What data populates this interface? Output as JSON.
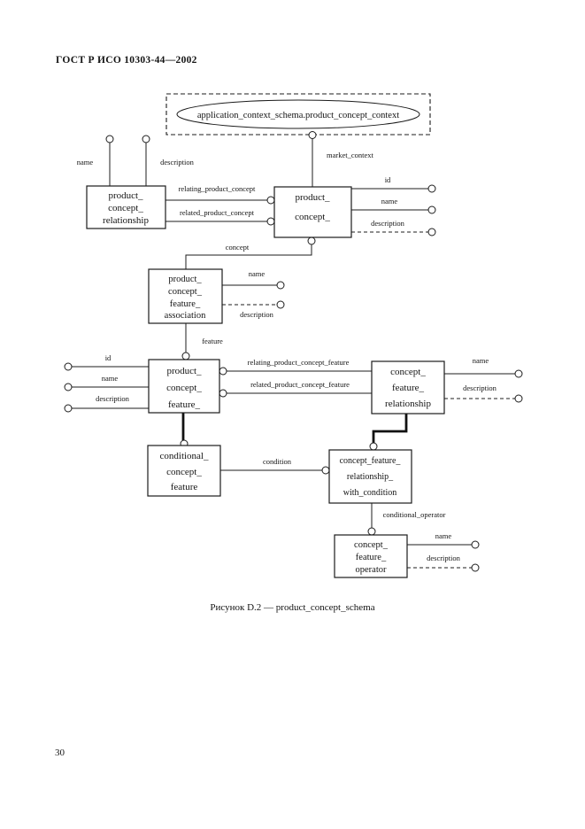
{
  "page": {
    "header": "ГОСТ Р ИСО 10303-44—2002",
    "caption": "Рисунок D.2 — product_concept_schema",
    "page_number": "30"
  },
  "diagram": {
    "referenced_schema": "application_context_schema.product_concept_context",
    "entities": {
      "product_concept_relationship": {
        "line1": "product_",
        "line2": "concept_",
        "line3": "relationship"
      },
      "product_concept": {
        "line1": "product_",
        "line2": "concept_"
      },
      "product_concept_feature_association": {
        "line1": "product_",
        "line2": "concept_",
        "line3": "feature_",
        "line4": "association"
      },
      "product_concept_feature": {
        "line1": "product_",
        "line2": "concept_",
        "line3": "feature_"
      },
      "concept_feature_relationship": {
        "line1": "concept_",
        "line2": "feature_",
        "line3": "relationship"
      },
      "conditional_concept_feature": {
        "line1": "conditional_",
        "line2": "concept_",
        "line3": "feature"
      },
      "concept_feature_relationship_with_condition": {
        "line1": "concept_feature_",
        "line2": "relationship_",
        "line3": "with_condition"
      },
      "concept_feature_operator": {
        "line1": "concept_",
        "line2": "feature_",
        "line3": "operator"
      }
    },
    "labels": {
      "market_context": "market_context",
      "pcr_name": "name",
      "pcr_description": "description",
      "relating_product_concept": "relating_product_concept",
      "related_product_concept": "related_product_concept",
      "pc_id": "id",
      "pc_name": "name",
      "pc_description": "description",
      "concept": "concept",
      "pcfa_name": "name",
      "pcfa_description": "description",
      "feature": "feature",
      "pcf_id": "id",
      "pcf_name": "name",
      "pcf_description": "description",
      "relating_product_concept_feature": "relating_product_concept_feature",
      "related_product_concept_feature": "related_product_concept_feature",
      "cfr_name": "name",
      "cfr_description": "description",
      "condition": "condition",
      "conditional_operator": "conditional_operator",
      "cfo_name": "name",
      "cfo_description": "description"
    }
  }
}
